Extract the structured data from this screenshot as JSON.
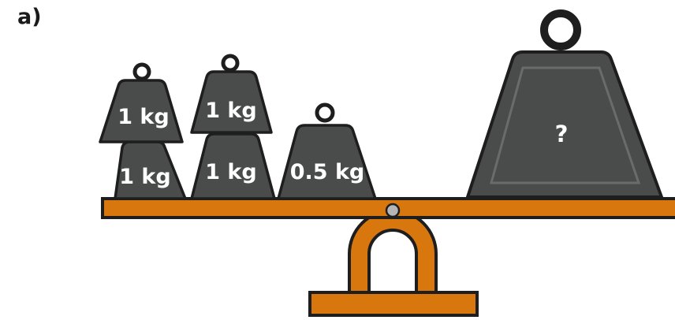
{
  "question_label": "a)",
  "weights": {
    "left_bottom_1": "1 kg",
    "left_top_1": "1 kg",
    "left_bottom_2": "1 kg",
    "left_top_2": "1 kg",
    "left_half": "0.5 kg",
    "unknown": "?"
  },
  "colors": {
    "weight_fill": "#4a4c4b",
    "weight_outline": "#1e1e1e",
    "beam": "#d9770f",
    "outline": "#1e1e1e",
    "pivot_pin": "#b5b5b5"
  }
}
